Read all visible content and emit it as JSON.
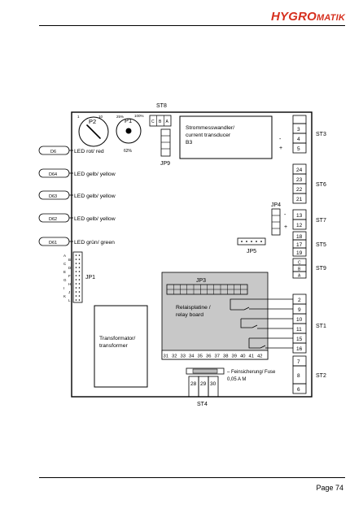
{
  "header": {
    "logo_text_first": "HYGRO",
    "logo_text_second": "MATIK",
    "logo_color": "#d62f1e"
  },
  "footer": {
    "page_label": "Page 74"
  },
  "diagram": {
    "st8": "ST8",
    "st8_pins": [
      "C",
      "B",
      "A"
    ],
    "p2": "P2",
    "p1": "P1",
    "p2_scale_min": "1",
    "p2_scale_max": "10",
    "p1_scale_min": "25%",
    "p1_scale_max": "100%",
    "p1_value": "62%",
    "transducer_line1": "Strommesswandler/",
    "transducer_line2": "current transducer",
    "transducer_id": "B3",
    "minus": "-",
    "plus": "+",
    "st3": "ST3",
    "st3_pins": [
      "3",
      "4",
      "5"
    ],
    "jp9": "JP9",
    "leds": [
      {
        "id": "D6",
        "label": "LED rot/ red"
      },
      {
        "id": "D64",
        "label": "LED gelb/ yellow"
      },
      {
        "id": "D63",
        "label": "LED gelb/ yellow"
      },
      {
        "id": "D62",
        "label": "LED gelb/ yellow"
      },
      {
        "id": "D61",
        "label": "LED grün/ green"
      }
    ],
    "st6": "ST6",
    "st6_pins": [
      "24",
      "23",
      "22",
      "21"
    ],
    "jp4": "JP4",
    "st7": "ST7",
    "st7_pins": [
      "13",
      "12"
    ],
    "st5": "ST5",
    "st5_pins": [
      "18",
      "17",
      "19"
    ],
    "jp5": "JP5",
    "jp1": "JP1",
    "jp1_letters": [
      "A",
      "B",
      "C",
      "D",
      "E",
      "F",
      "G",
      "H",
      "I",
      "J",
      "K",
      "L"
    ],
    "st9": "ST9",
    "st9_pins": [
      "C",
      "B",
      "A"
    ],
    "jp3": "JP3",
    "relay_line1": "Relaisplatine /",
    "relay_line2": "relay board",
    "relay_terminals": [
      "31",
      "32",
      "33",
      "34",
      "35",
      "36",
      "37",
      "38",
      "39",
      "40",
      "41",
      "42"
    ],
    "st1": "ST1",
    "st1_pins": [
      "2",
      "9",
      "10",
      "11",
      "15",
      "16"
    ],
    "transformer_line1": "Transformator/",
    "transformer_line2": "transformer",
    "fuse_line1": "Feinsicherung/ Fuse",
    "fuse_line2": "0,05 A M",
    "st4": "ST4",
    "st4_pins": [
      "28",
      "29",
      "30"
    ],
    "st2": "ST2",
    "st2_pins": [
      "7",
      "8",
      "6"
    ]
  }
}
